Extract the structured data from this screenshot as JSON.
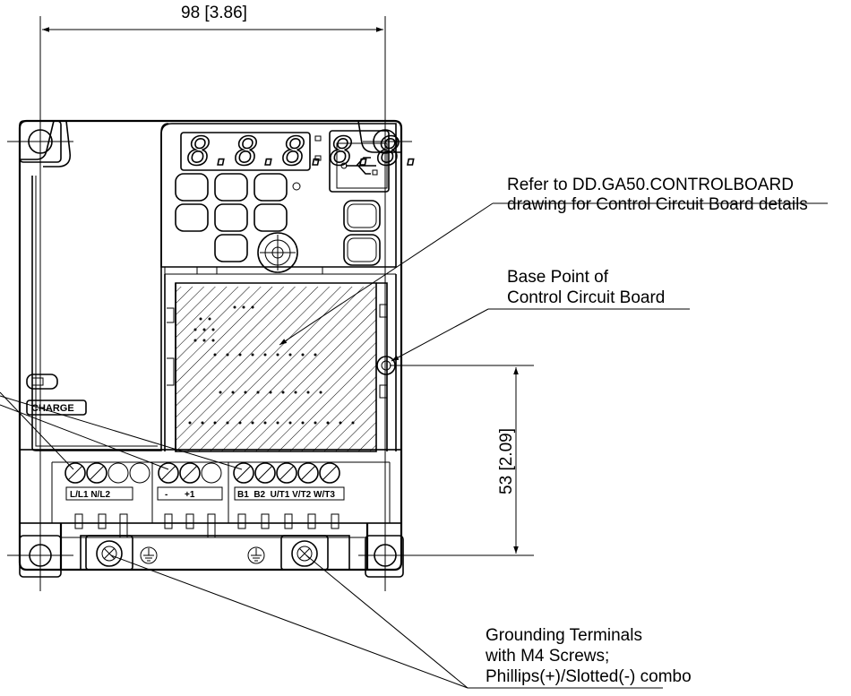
{
  "dimensions": {
    "width": "98 [3.86]",
    "height": "53 [2.09]"
  },
  "callouts": {
    "control_board_ref": [
      "Refer to DD.GA50.CONTROLBOARD",
      "drawing for Control Circuit Board details"
    ],
    "base_point": [
      "Base Point of",
      "Control Circuit Board"
    ],
    "grounding": [
      "Grounding Terminals",
      "with M4 Screws;",
      "Phillips(+)/Slotted(-) combo"
    ]
  },
  "display": {
    "digits": "8.8.8.8.8."
  },
  "charge_label": "CHARGE",
  "terminals": {
    "group1": "L/L1 N/L2",
    "group2_minus": "-",
    "group2_plus": "+1",
    "group3": "B1  B2  U/T1 V/T2 W/T3"
  }
}
